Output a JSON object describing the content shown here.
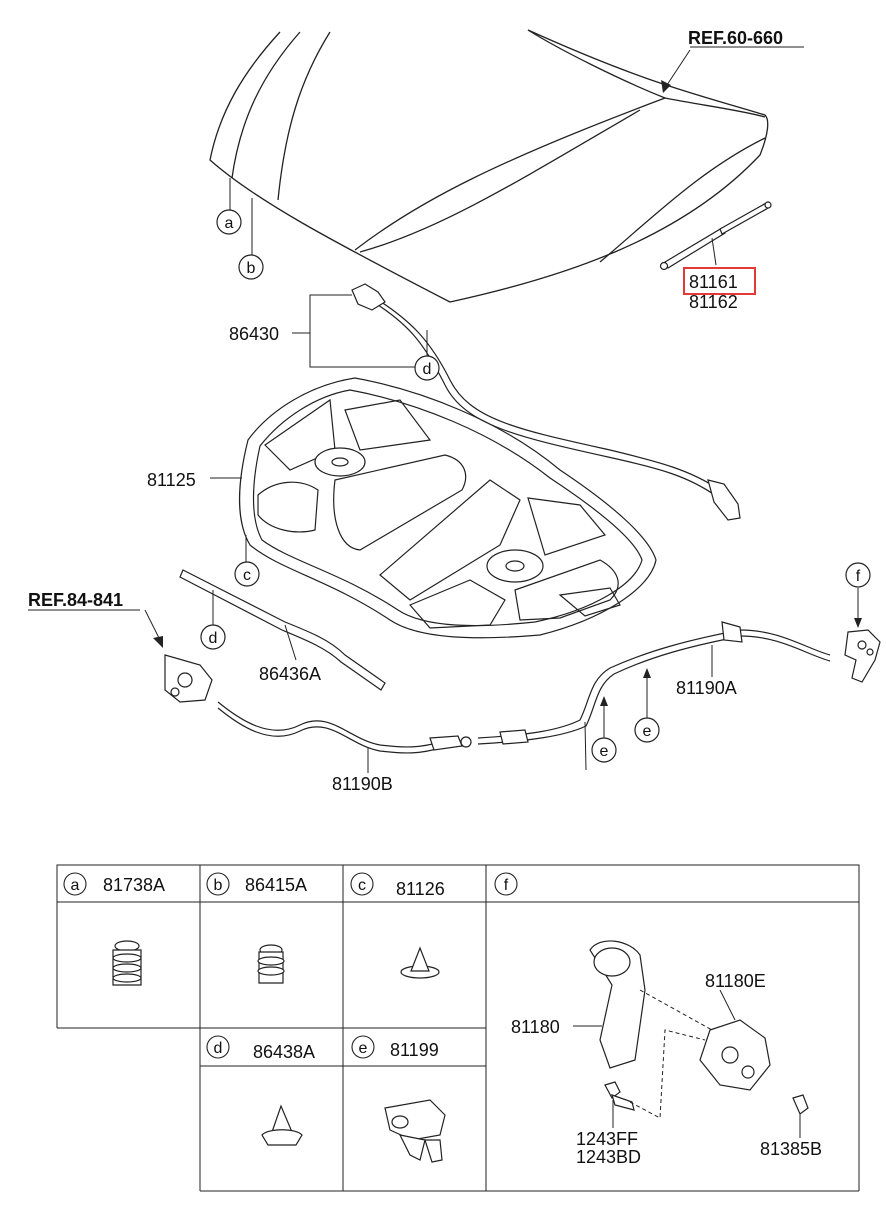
{
  "refs": {
    "hood": "REF.60-660",
    "latch": "REF.84-841"
  },
  "parts": {
    "stay_1": "81161",
    "stay_2": "81162",
    "weatherstrip": "86430",
    "insulator": "81125",
    "seal_strip": "86436A",
    "cable_a": "81190A",
    "cable_b": "81190B"
  },
  "callouts": {
    "a": "a",
    "b": "b",
    "c": "c",
    "d": "d",
    "e": "e",
    "f": "f"
  },
  "table": {
    "cells": [
      {
        "letter": "a",
        "part": "81738A"
      },
      {
        "letter": "b",
        "part": "86415A"
      },
      {
        "letter": "c",
        "part": "81126"
      },
      {
        "letter": "f",
        "part": ""
      },
      {
        "letter": "d",
        "part": "86438A"
      },
      {
        "letter": "e",
        "part": "81199"
      }
    ],
    "f_parts": {
      "handle": "81180",
      "bracket": "81180E",
      "screw_1": "1243FF",
      "screw_2": "1243BD",
      "nut": "81385B"
    }
  },
  "highlight_color": "#e53935"
}
